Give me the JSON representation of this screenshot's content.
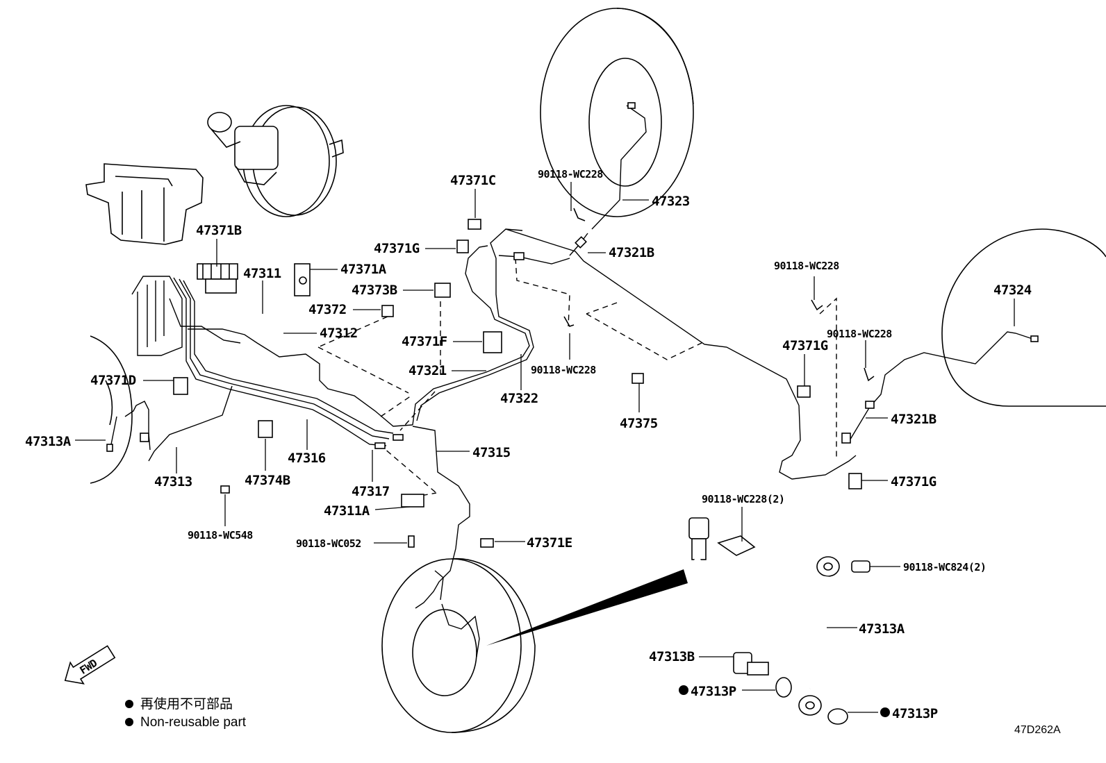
{
  "callouts": {
    "p47371C": "47371C",
    "p90118_WC228_a": "90118-WC228",
    "p47323": "47323",
    "p47371B": "47371B",
    "p47371G_a": "47371G",
    "p47321B_a": "47321B",
    "p47311": "47311",
    "p47371A": "47371A",
    "p47373B": "47373B",
    "p47372": "47372",
    "p47312": "47312",
    "p47371F": "47371F",
    "p47321": "47321",
    "p47322": "47322",
    "p90118_WC228_b": "90118-WC228",
    "p47375": "47375",
    "p90118_WC228_c": "90118-WC228",
    "p47324": "47324",
    "p47371G_b": "47371G",
    "p90118_WC228_d": "90118-WC228",
    "p47321B_b": "47321B",
    "p47371G_c": "47371G",
    "p47371D": "47371D",
    "p47313A_a": "47313A",
    "p47313": "47313",
    "p47316": "47316",
    "p47374B": "47374B",
    "p47317": "47317",
    "p47315": "47315",
    "p47311A": "47311A",
    "p90118_WC548": "90118-WC548",
    "p90118_WC052": "90118-WC052",
    "p47371E": "47371E",
    "p90118_WC228_2": "90118-WC228(2)",
    "p90118_WC824_2": "90118-WC824(2)",
    "p47313A_b": "47313A",
    "p47313B": "47313B",
    "p47313P_a": "47313P",
    "p47313P_b": "47313P"
  },
  "fwd_label": "FWD",
  "legend": {
    "jp": "再使用不可部品",
    "en": "Non-reusable part"
  },
  "figure_code": "47D262A"
}
